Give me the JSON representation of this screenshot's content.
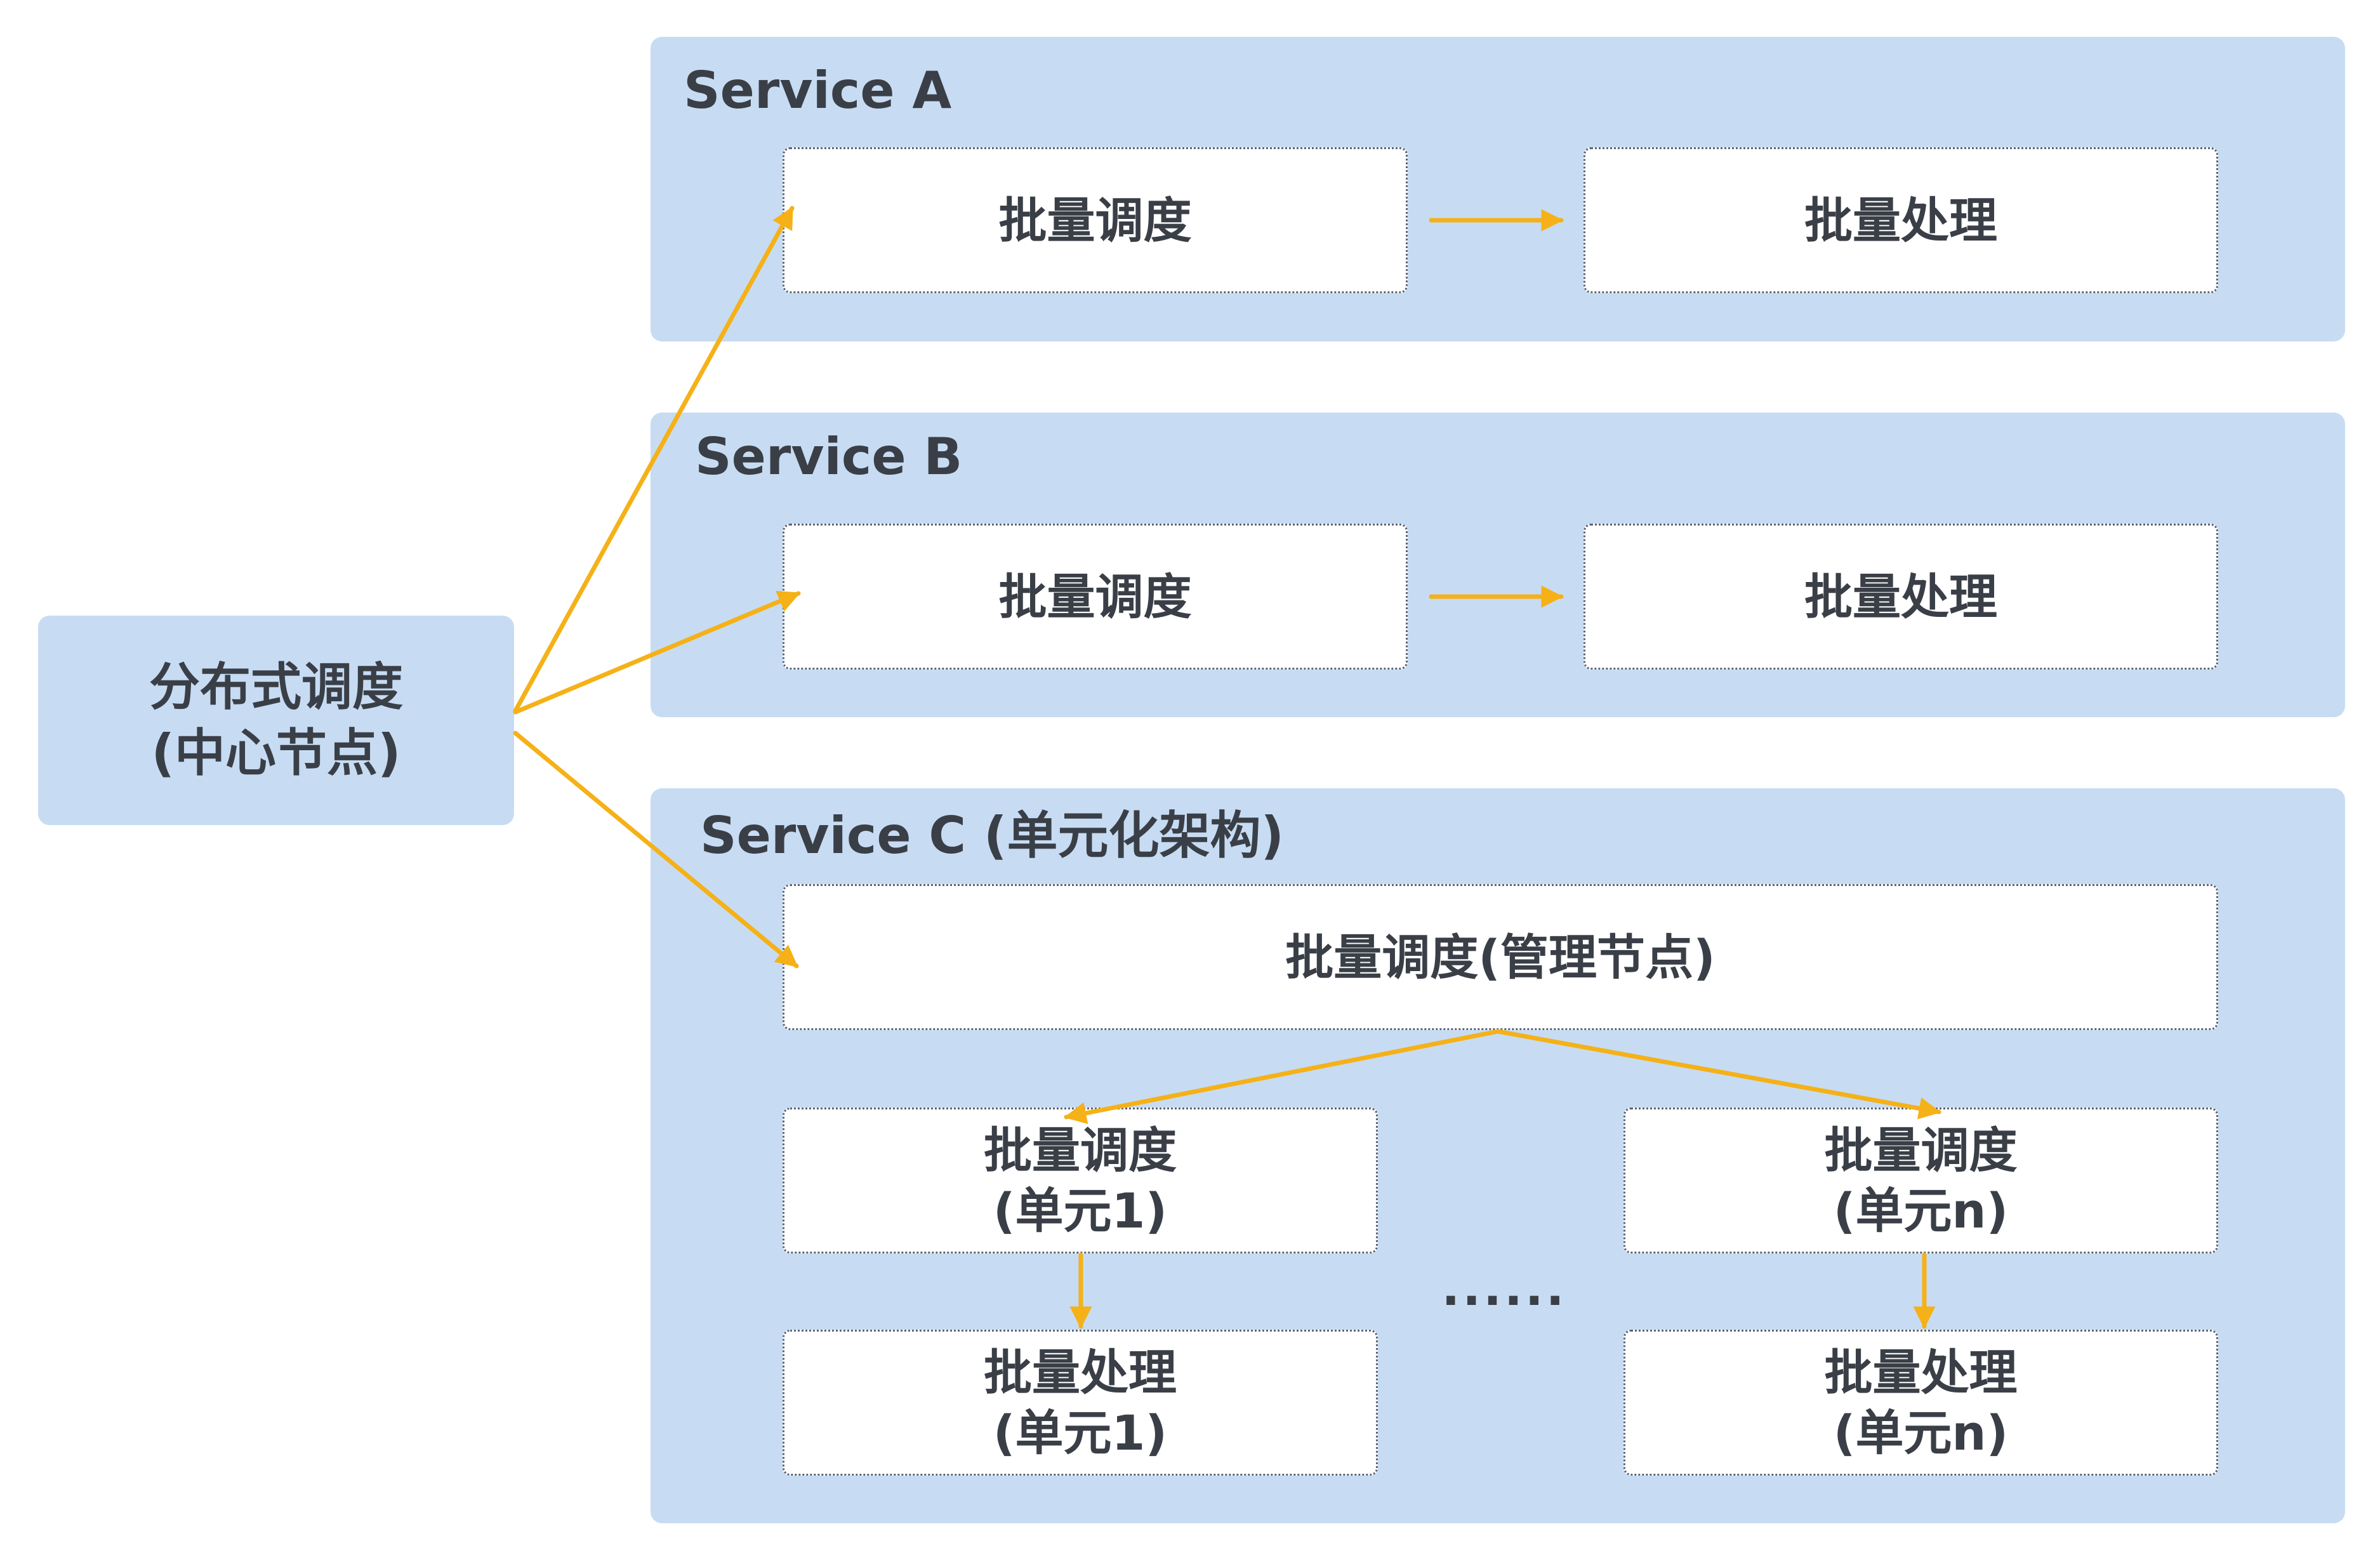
{
  "center_node": {
    "line1": "分布式调度",
    "line2": "(中心节点)"
  },
  "service_a": {
    "title": "Service A",
    "scheduler": "批量调度",
    "processor": "批量处理"
  },
  "service_b": {
    "title": "Service B",
    "scheduler": "批量调度",
    "processor": "批量处理"
  },
  "service_c": {
    "title": "Service C (单元化架构)",
    "manager": "批量调度(管理节点)",
    "unit1_scheduler": {
      "line1": "批量调度",
      "line2": "(单元1)"
    },
    "unit1_processor": {
      "line1": "批量处理",
      "line2": "(单元1)"
    },
    "unitn_scheduler": {
      "line1": "批量调度",
      "line2": "(单元n)"
    },
    "unitn_processor": {
      "line1": "批量处理",
      "line2": "(单元n)"
    },
    "ellipsis": "......"
  },
  "colors": {
    "panel": "#c7dcf3",
    "arrow": "#f5b117",
    "text": "#3a3f47"
  }
}
